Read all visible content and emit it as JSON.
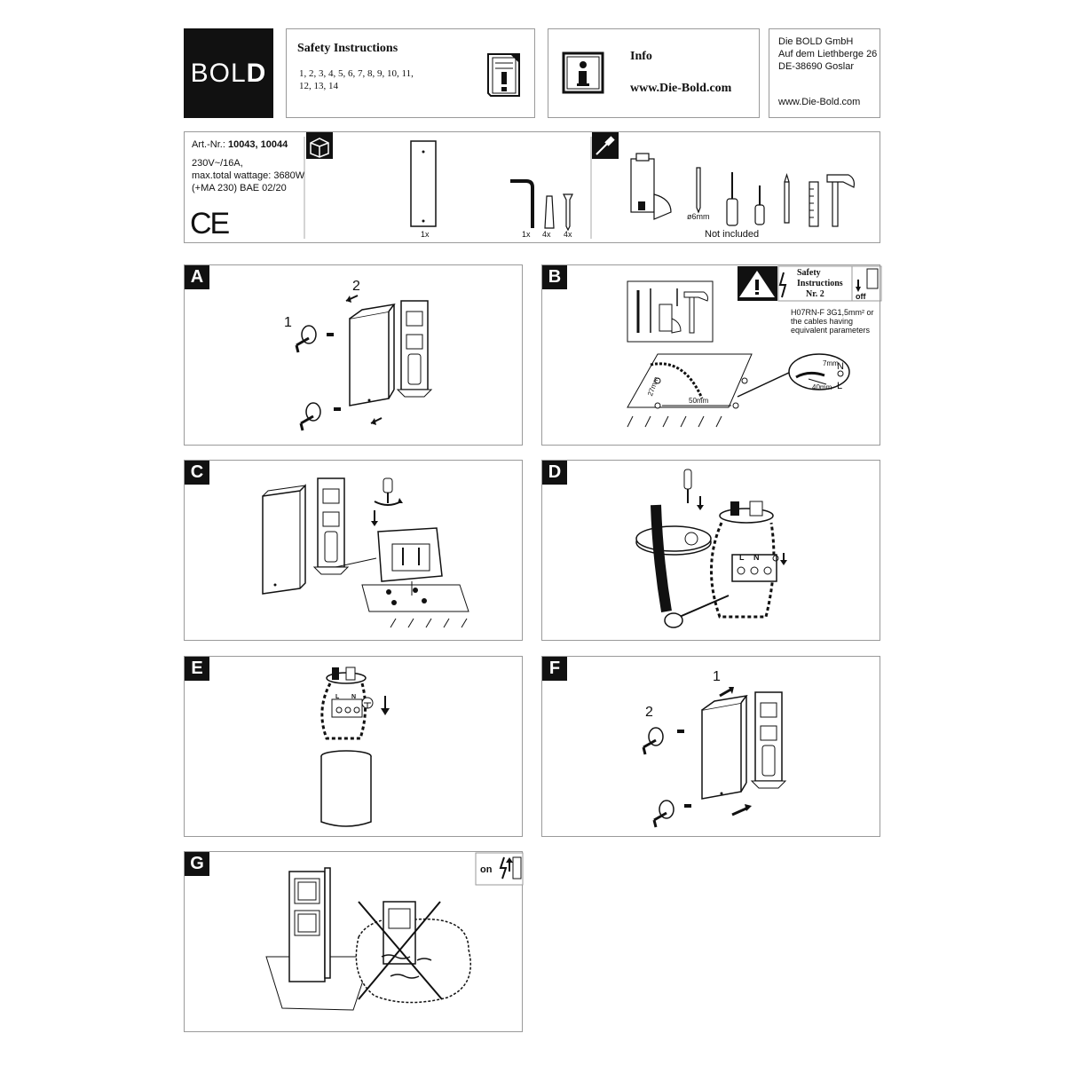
{
  "brand": {
    "name_light": "BOL",
    "name_bold": "D"
  },
  "safety": {
    "title": "Safety Instructions",
    "numbers": "1, 2, 3, 4, 5, 6, 7, 8, 9, 10, 11, 12, 13, 14"
  },
  "info": {
    "title": "Info",
    "url": "www.Die-Bold.com"
  },
  "company": {
    "name": "Die BOLD GmbH",
    "street": "Auf dem Liethberge 26",
    "city": "DE-38690 Goslar",
    "website": "www.Die-Bold.com"
  },
  "spec": {
    "art_label": "Art.-Nr.:",
    "art_numbers": "10043, 10044",
    "line1": "230V~/16A,",
    "line2": "max.total wattage: 3680W",
    "line3": "(+MA 230) BAE 02/20",
    "ce": "CE"
  },
  "parts": {
    "column_qty": "1x",
    "key_qty": "1x",
    "dowel_qty": "4x",
    "screw_qty": "4x"
  },
  "tools": {
    "drill_size": "ø6mm",
    "not_included": "Not included"
  },
  "panels": {
    "A": {
      "letter": "A",
      "step1": "1",
      "step2": "2"
    },
    "B": {
      "letter": "B",
      "safety_title": "Safety",
      "safety_title2": "Instructions",
      "safety_nr": "Nr. 2",
      "off": "off",
      "cable1": "H07RN-F 3G1,5mm² or",
      "cable2": "the cables having",
      "cable3": "equivalent parameters",
      "d_27": "27mm",
      "d_50": "50mm",
      "d_7": "7mm",
      "d_40": "40mm",
      "t_n": "N",
      "t_l": "L"
    },
    "C": {
      "letter": "C"
    },
    "D": {
      "letter": "D",
      "t_l": "L",
      "t_n": "N"
    },
    "E": {
      "letter": "E",
      "t_l": "L",
      "t_n": "N"
    },
    "F": {
      "letter": "F",
      "step1": "1",
      "step2": "2"
    },
    "G": {
      "letter": "G",
      "on": "on"
    }
  }
}
